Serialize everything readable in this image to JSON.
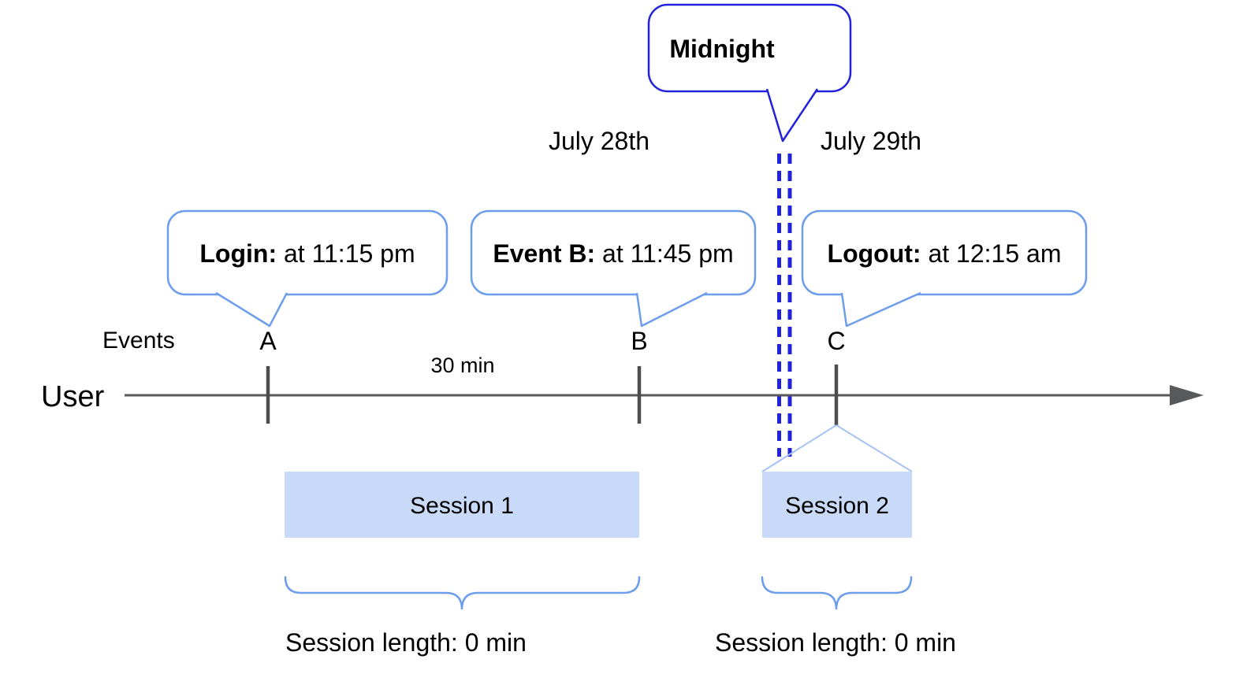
{
  "diagram": {
    "dates": {
      "left_day": "July 28th",
      "right_day": "July 29th"
    },
    "midnight_callout": {
      "label": "Midnight"
    },
    "callouts": {
      "login": {
        "bold": "Login:",
        "rest": " at 11:15 pm"
      },
      "event_b": {
        "bold": "Event B:",
        "rest": " at 11:45 pm"
      },
      "logout": {
        "bold": "Logout:",
        "rest": " at 12:15 am"
      }
    },
    "axis": {
      "events_label": "Events",
      "user_label": "User",
      "interval_label": "30 min",
      "event_marks": [
        "A",
        "B",
        "C"
      ]
    },
    "sessions": [
      {
        "name": "Session 1",
        "length_label": "Session length: 0 min"
      },
      {
        "name": "Session 2",
        "length_label": "Session length: 0 min"
      }
    ],
    "colors": {
      "callout_border": "#6d9eeb",
      "midnight_border": "#2222dd",
      "dashed_line": "#2222dd",
      "session_fill": "#c9daf8",
      "connector": "#a4c2f4",
      "timeline": "#58595b",
      "tick": "#4d4d4d",
      "text": "#000000"
    }
  }
}
